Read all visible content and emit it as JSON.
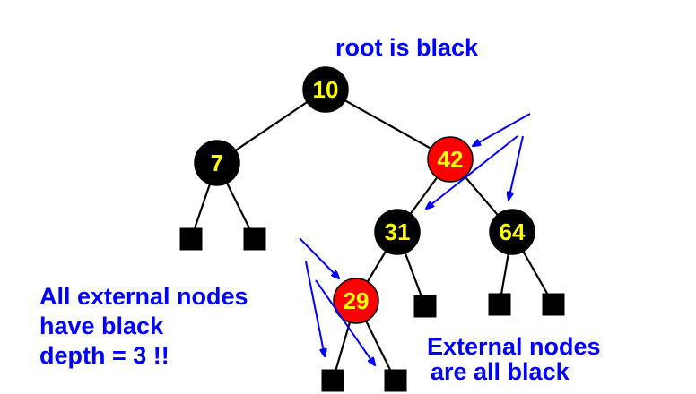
{
  "colors": {
    "black_node": "#000000",
    "red_node": "#ff0000",
    "key_text": "#ffff00",
    "annotation": "#0000ff",
    "edge": "#000000"
  },
  "nodes": [
    {
      "id": "n10",
      "key": "10",
      "color": "black"
    },
    {
      "id": "n7",
      "key": "7",
      "color": "black"
    },
    {
      "id": "n42",
      "key": "42",
      "color": "red"
    },
    {
      "id": "n31",
      "key": "31",
      "color": "black"
    },
    {
      "id": "n64",
      "key": "64",
      "color": "black"
    },
    {
      "id": "n29",
      "key": "29",
      "color": "red"
    }
  ],
  "edges": [
    [
      "n10",
      "n7"
    ],
    [
      "n10",
      "n42"
    ],
    [
      "n42",
      "n31"
    ],
    [
      "n42",
      "n64"
    ],
    [
      "n31",
      "n29"
    ],
    [
      "n7",
      "e1"
    ],
    [
      "n7",
      "e2"
    ],
    [
      "n31",
      "e5"
    ],
    [
      "n64",
      "e6"
    ],
    [
      "n64",
      "e7"
    ],
    [
      "n29",
      "e3"
    ],
    [
      "n29",
      "e4"
    ]
  ],
  "external_nodes": [
    "e1",
    "e2",
    "e3",
    "e4",
    "e5",
    "e6",
    "e7"
  ],
  "annotations": {
    "root": "root is black",
    "depth": [
      "All external nodes",
      "have black",
      "depth = 3 !!"
    ],
    "external": [
      "External nodes",
      "are all black"
    ]
  }
}
